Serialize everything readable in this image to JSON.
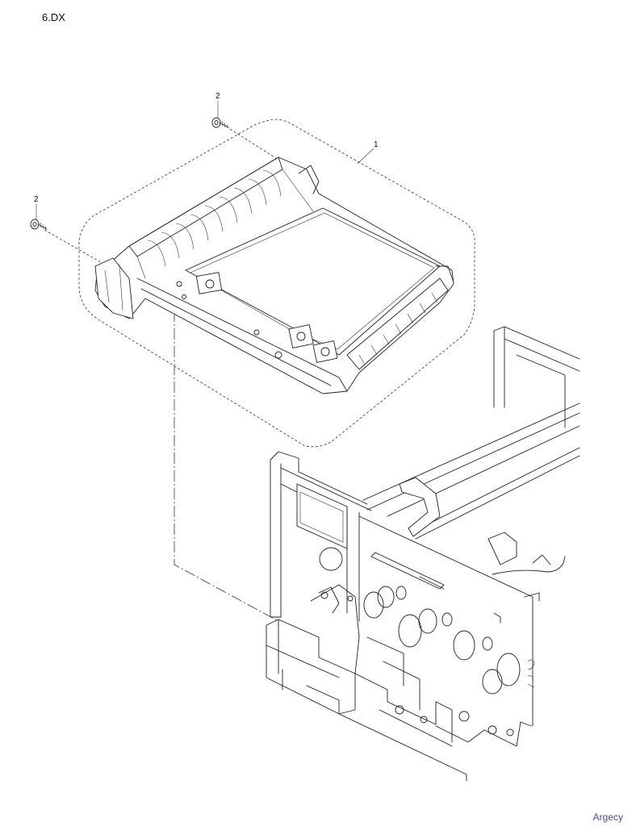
{
  "page": {
    "section_label": "6.DX",
    "brand": "Argecy"
  },
  "callouts": [
    {
      "id": "duplex-unit",
      "label": "1"
    },
    {
      "id": "screw-upper",
      "label": "2"
    },
    {
      "id": "screw-left",
      "label": "2"
    }
  ],
  "colors": {
    "line": "#222222",
    "brand": "#4a4ab0",
    "background": "#ffffff"
  }
}
